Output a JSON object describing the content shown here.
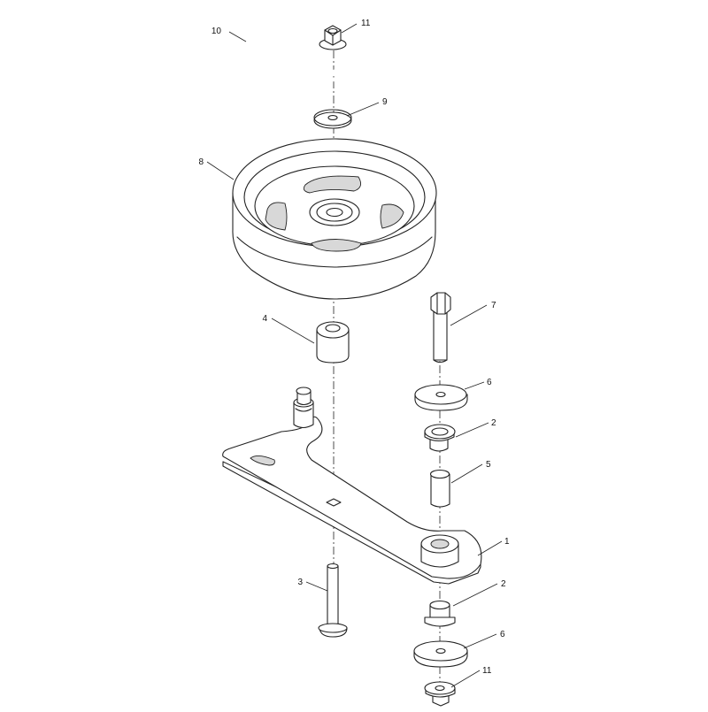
{
  "diagram": {
    "callouts": [
      {
        "id": "c10",
        "number": "10"
      },
      {
        "id": "c11top",
        "number": "11"
      },
      {
        "id": "c9",
        "number": "9"
      },
      {
        "id": "c8",
        "number": "8"
      },
      {
        "id": "c7",
        "number": "7"
      },
      {
        "id": "c4",
        "number": "4"
      },
      {
        "id": "c6top",
        "number": "6"
      },
      {
        "id": "c2top",
        "number": "2"
      },
      {
        "id": "c5",
        "number": "5"
      },
      {
        "id": "c1",
        "number": "1"
      },
      {
        "id": "c3",
        "number": "3"
      },
      {
        "id": "c2bot",
        "number": "2"
      },
      {
        "id": "c6bot",
        "number": "6"
      },
      {
        "id": "c11bot",
        "number": "11"
      }
    ]
  }
}
